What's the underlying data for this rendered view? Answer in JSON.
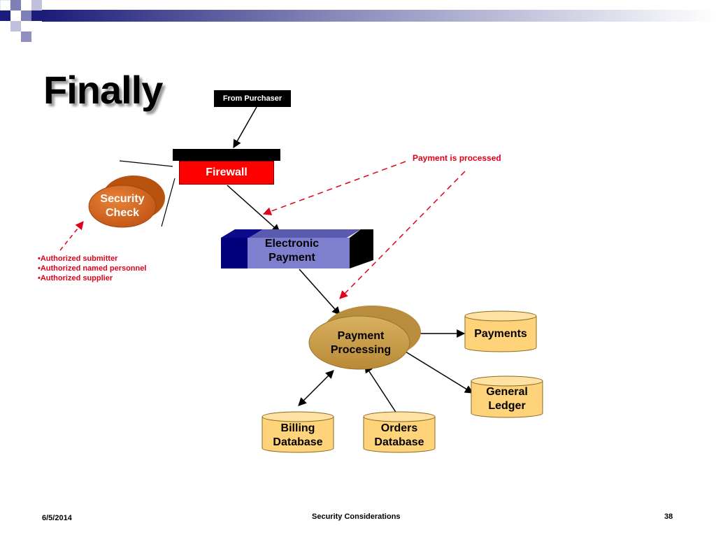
{
  "slide": {
    "title": "Finally",
    "footer": {
      "date": "6/5/2014",
      "center": "Security Considerations",
      "page": "38"
    }
  },
  "diagram": {
    "from_purchaser": "From Purchaser",
    "firewall": "Firewall",
    "security_check": [
      "Security",
      "Check"
    ],
    "electronic_payment": [
      "Electronic",
      "Payment"
    ],
    "payment_processing": [
      "Payment",
      "Processing"
    ],
    "databases": {
      "payments": [
        "Payments"
      ],
      "general_ledger": [
        "General",
        "Ledger"
      ],
      "billing": [
        "Billing",
        "Database"
      ],
      "orders": [
        "Orders",
        "Database"
      ]
    }
  },
  "annotations": {
    "payment_processed": "Payment is processed",
    "authorization": [
      "•Authorized submitter",
      "•Authorized named personnel",
      "•Authorized supplier"
    ]
  },
  "colors": {
    "firewall": "#ff0000",
    "security_check": "#d2691e",
    "electronic_payment_face": "#7f7fd0",
    "electronic_payment_dark": "#00007a",
    "payment_processing": "#c8a04a",
    "database": "#ffd37a",
    "annotation": "#e0001a"
  }
}
